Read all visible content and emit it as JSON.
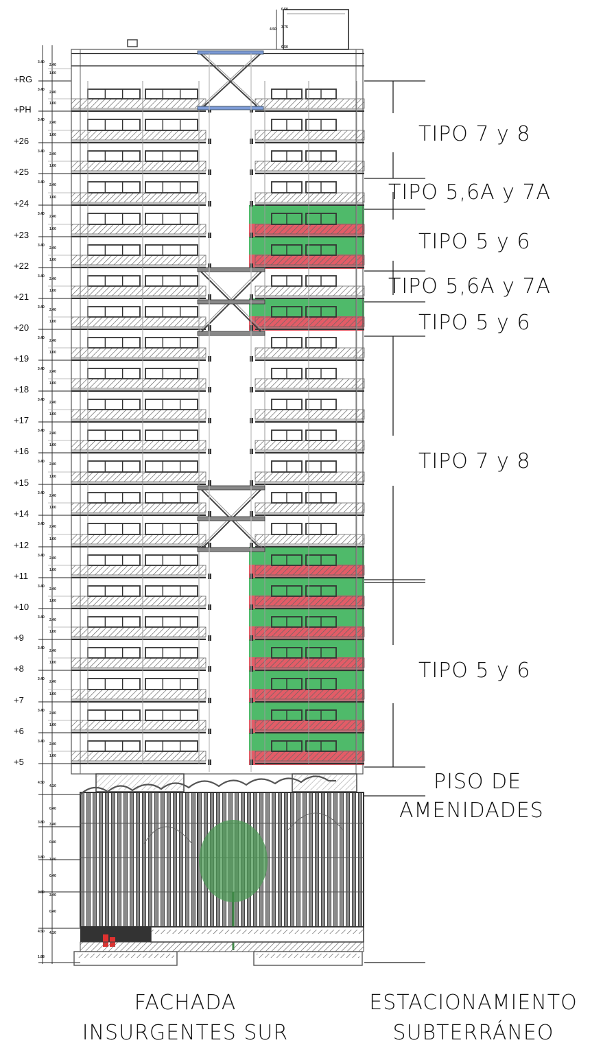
{
  "floor_labels": [
    "+RG",
    "+PH",
    "+26",
    "+25",
    "+24",
    "+23",
    "+22",
    "+21",
    "+20",
    "+19",
    "+18",
    "+17",
    "+16",
    "+15",
    "+14",
    "+12",
    "+11",
    "+10",
    "+9",
    "+8",
    "+7",
    "+6",
    "+5"
  ],
  "type_labels": [
    "TIPO 7 y 8",
    "TIPO 5,6A y 7A",
    "TIPO 5 y 6",
    "TIPO 5,6A y 7A",
    "TIPO 5 y 6",
    "TIPO 7 y 8",
    "TIPO 5 y 6"
  ],
  "amenities": {
    "line1": "PISO DE",
    "line2": "AMENIDADES"
  },
  "footer": {
    "left": {
      "line1": "FACHADA",
      "line2": "INSURGENTES SUR"
    },
    "right": {
      "line1": "ESTACIONAMIENTO",
      "line2": "SUBTERRÁNEO"
    }
  },
  "dims": {
    "floor_total": "3.40",
    "floor_upper": "2.40",
    "floor_lower": "1.00",
    "top_total": "4.50",
    "top_mid": "3.75",
    "top_small": "0.50",
    "podium_total_a": "4.50",
    "podium_total_b": "3.80",
    "podium_sub_a": "4.10",
    "podium_sub_b": "3.40",
    "podium_small": "0.40",
    "base": "1.88"
  },
  "colors": {
    "green": "#3cb35a",
    "red": "#e04a57",
    "line": "#444444",
    "hatch": "#777777"
  }
}
